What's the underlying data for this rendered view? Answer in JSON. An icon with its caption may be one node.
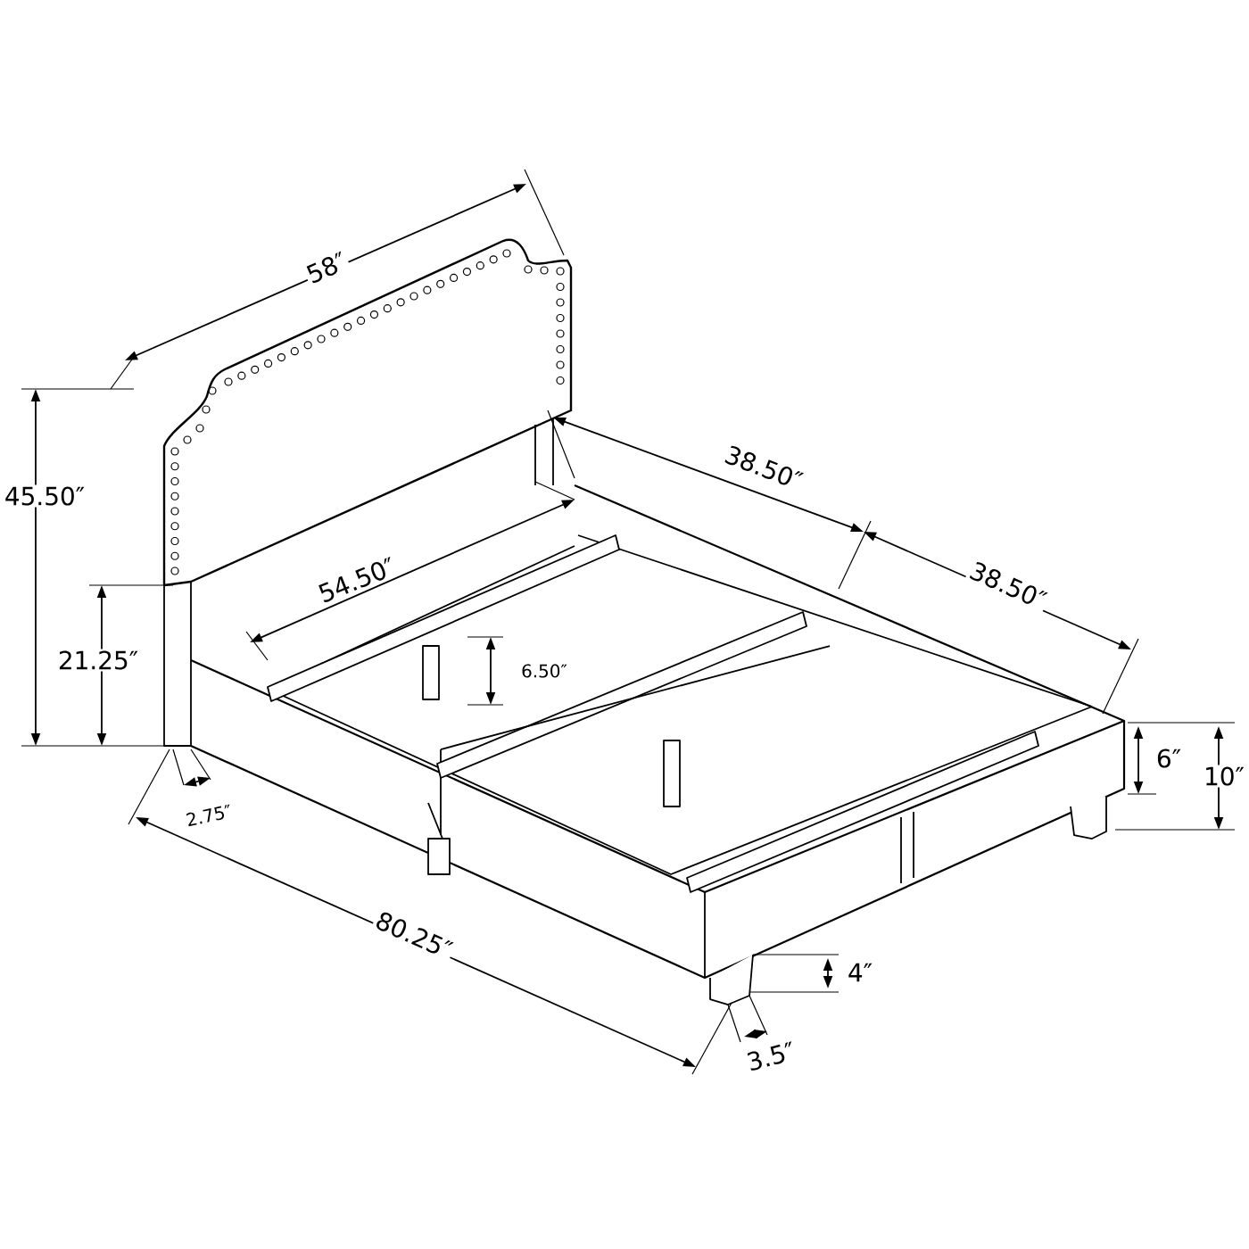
{
  "diagram": {
    "labels": [
      "58″",
      "45.50″",
      "38.50″",
      "54.50″",
      "38.50″",
      "21.25″",
      "6.50″",
      "6″",
      "10″",
      "2.75″",
      "80.25″",
      "4″",
      "3.5″"
    ]
  }
}
